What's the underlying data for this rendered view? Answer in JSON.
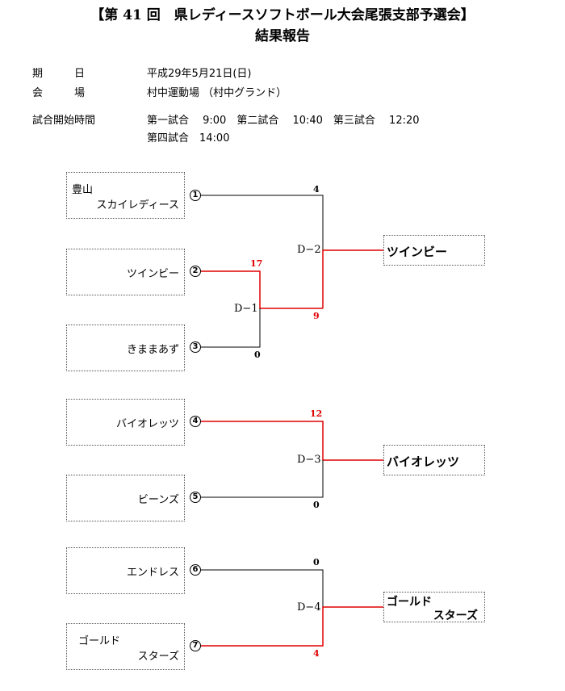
{
  "header": {
    "title": "【第 41 回　県レディースソフトボール大会尾張支部予選会】",
    "subtitle": "結果報告"
  },
  "info": {
    "date_label": "期　　　日",
    "date_value": "平成29年5月21日(日)",
    "venue_label": "会　　　場",
    "venue_value": "村中運動場 （村中グランド）",
    "time_label": "試合開始時間",
    "time_value_1": "第一試合　 9:00　第二試合　 10:40　第三試合　 12:20",
    "time_value_2": "第四試合　14:00"
  },
  "teams": {
    "t1_line1": "豊山",
    "t1_line2": "スカイレディース",
    "t2": "ツインビー",
    "t3": "きままあず",
    "t4": "バイオレッツ",
    "t5": "ビーンズ",
    "t6": "エンドレス",
    "t7_line1": "ゴールド",
    "t7_line2": "スターズ"
  },
  "seeds": [
    "①",
    "②",
    "③",
    "④",
    "⑤",
    "⑥",
    "⑦"
  ],
  "matches": {
    "d1": "D−1",
    "d2": "D−2",
    "d3": "D−3",
    "d4": "D−4"
  },
  "scores": {
    "d1_top": "17",
    "d1_bottom": "0",
    "d2_top": "4",
    "d2_bottom": "9",
    "d3_top": "12",
    "d3_bottom": "0",
    "d4_top": "0",
    "d4_bottom": "4"
  },
  "winners": {
    "w1": "ツインビー",
    "w2": "バイオレッツ",
    "w3_line1": "ゴールド",
    "w3_line2": "スターズ"
  },
  "colors": {
    "win_line": "#e00000",
    "lose_line": "#000000"
  }
}
